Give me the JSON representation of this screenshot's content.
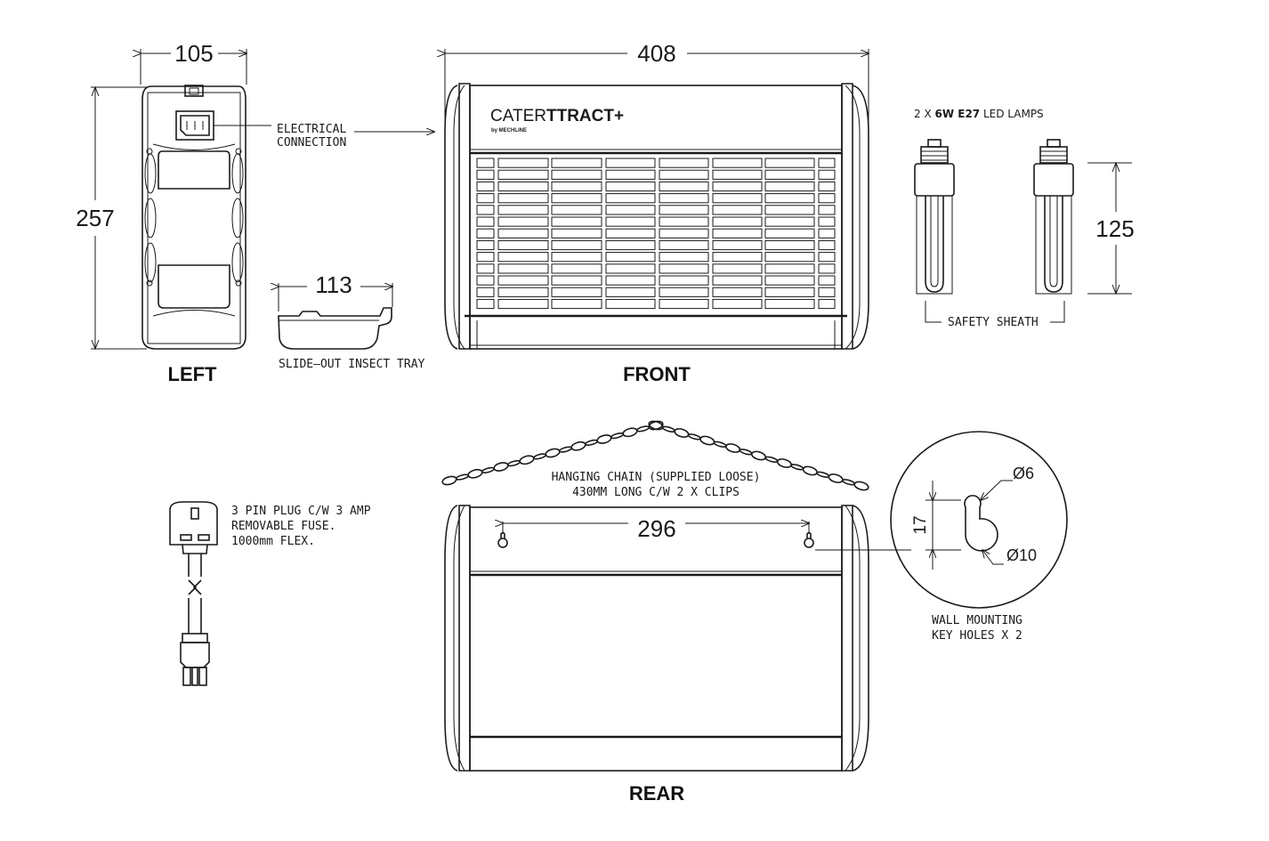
{
  "views": {
    "left": "LEFT",
    "front": "FRONT",
    "rear": "REAR"
  },
  "dimensions": {
    "left_width": "105",
    "left_height": "257",
    "tray_width": "113",
    "front_width": "408",
    "lamp_height": "125",
    "keyhole_spacing": "296",
    "keyhole_offset": "17",
    "keyhole_small_dia": "Ø6",
    "keyhole_large_dia": "Ø10"
  },
  "labels": {
    "electrical_line1": "ELECTRICAL",
    "electrical_line2": "CONNECTION",
    "tray": "SLIDE–OUT INSECT TRAY",
    "lamps_prefix": "2 X ",
    "lamps_bold": "6W E27",
    "lamps_suffix": " LED LAMPS",
    "safety_sheath": "SAFETY SHEATH",
    "chain_line1": "HANGING CHAIN (SUPPLIED LOOSE)",
    "chain_line2": "430MM LONG C/W 2 X CLIPS",
    "plug_line1": "3 PIN PLUG C/W 3 AMP",
    "plug_line2": "REMOVABLE FUSE.",
    "plug_line3": "1000mm FLEX.",
    "wall_line1": "WALL MOUNTING",
    "wall_line2": "KEY HOLES X 2"
  },
  "logo": {
    "brand_light": "CATER",
    "brand_bold": "TTRACT",
    "plus": "+",
    "byline": "by MECHLINE"
  }
}
